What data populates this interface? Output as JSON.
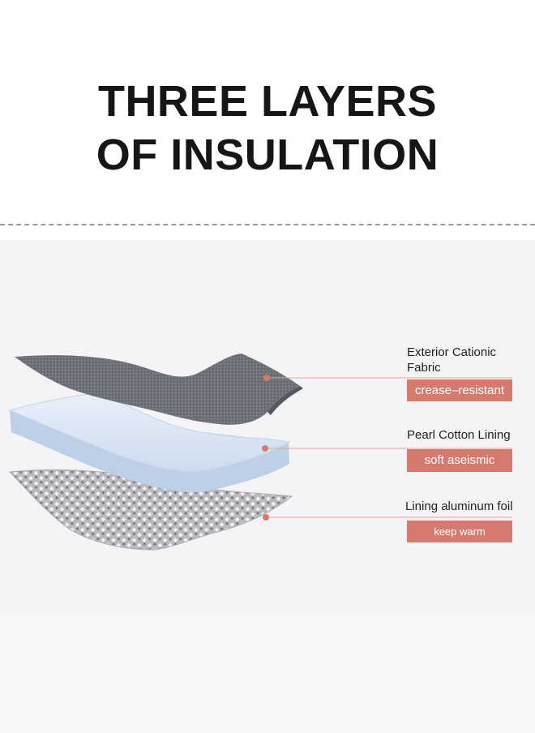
{
  "title": {
    "line1": "THREE LAYERS",
    "line2": "OF INSULATION"
  },
  "colors": {
    "accent": "#d67a6f",
    "fabric": "#70727a",
    "cotton": "#dce7f5",
    "foil": "#c8c8cc",
    "background": "#f4f4f7"
  },
  "layers": [
    {
      "name_line1": "Exterior Cationic",
      "name_line2": "Fabric",
      "feature": "crease–resistant"
    },
    {
      "name_line1": "Pearl Cotton Lining",
      "feature": "soft aseismic"
    },
    {
      "name_line1": "Lining aluminum foil",
      "feature": "keep warm"
    }
  ]
}
